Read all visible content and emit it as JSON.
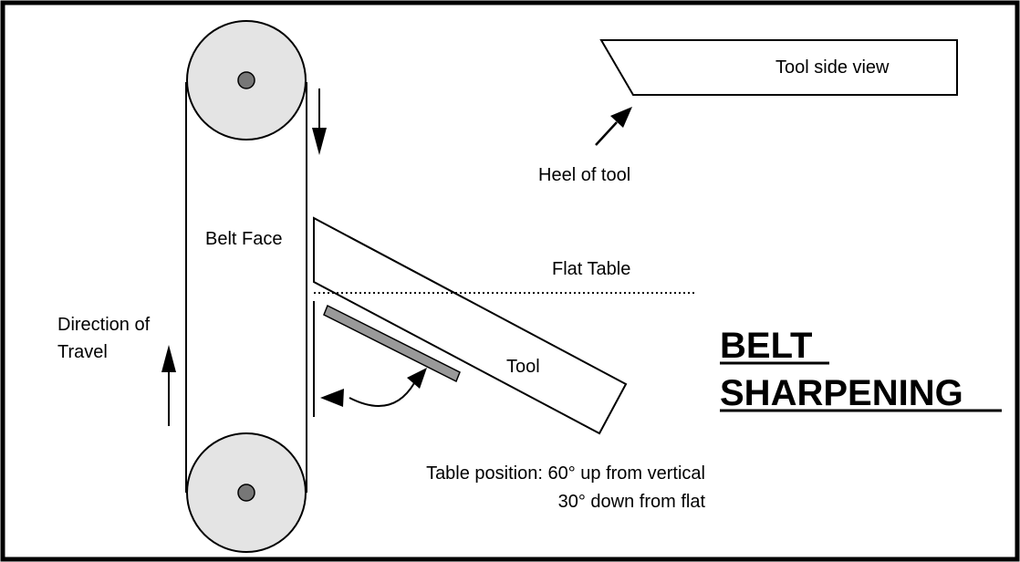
{
  "labels": {
    "tool_side_view": "Tool side view",
    "heel_of_tool": "Heel of tool",
    "belt_face": "Belt Face",
    "flat_table": "Flat Table",
    "direction_line1": "Direction of",
    "direction_line2": "Travel",
    "tool": "Tool",
    "table_position_line1": "Table position:  60° up from vertical",
    "table_position_line2": "30° down from flat"
  },
  "title": {
    "line1": "BELT",
    "line2": "SHARPENING"
  },
  "colors": {
    "pulley_fill": "#e4e4e4",
    "axle_fill": "#777777",
    "tool_bar_fill": "#999999",
    "stroke": "#000000"
  }
}
